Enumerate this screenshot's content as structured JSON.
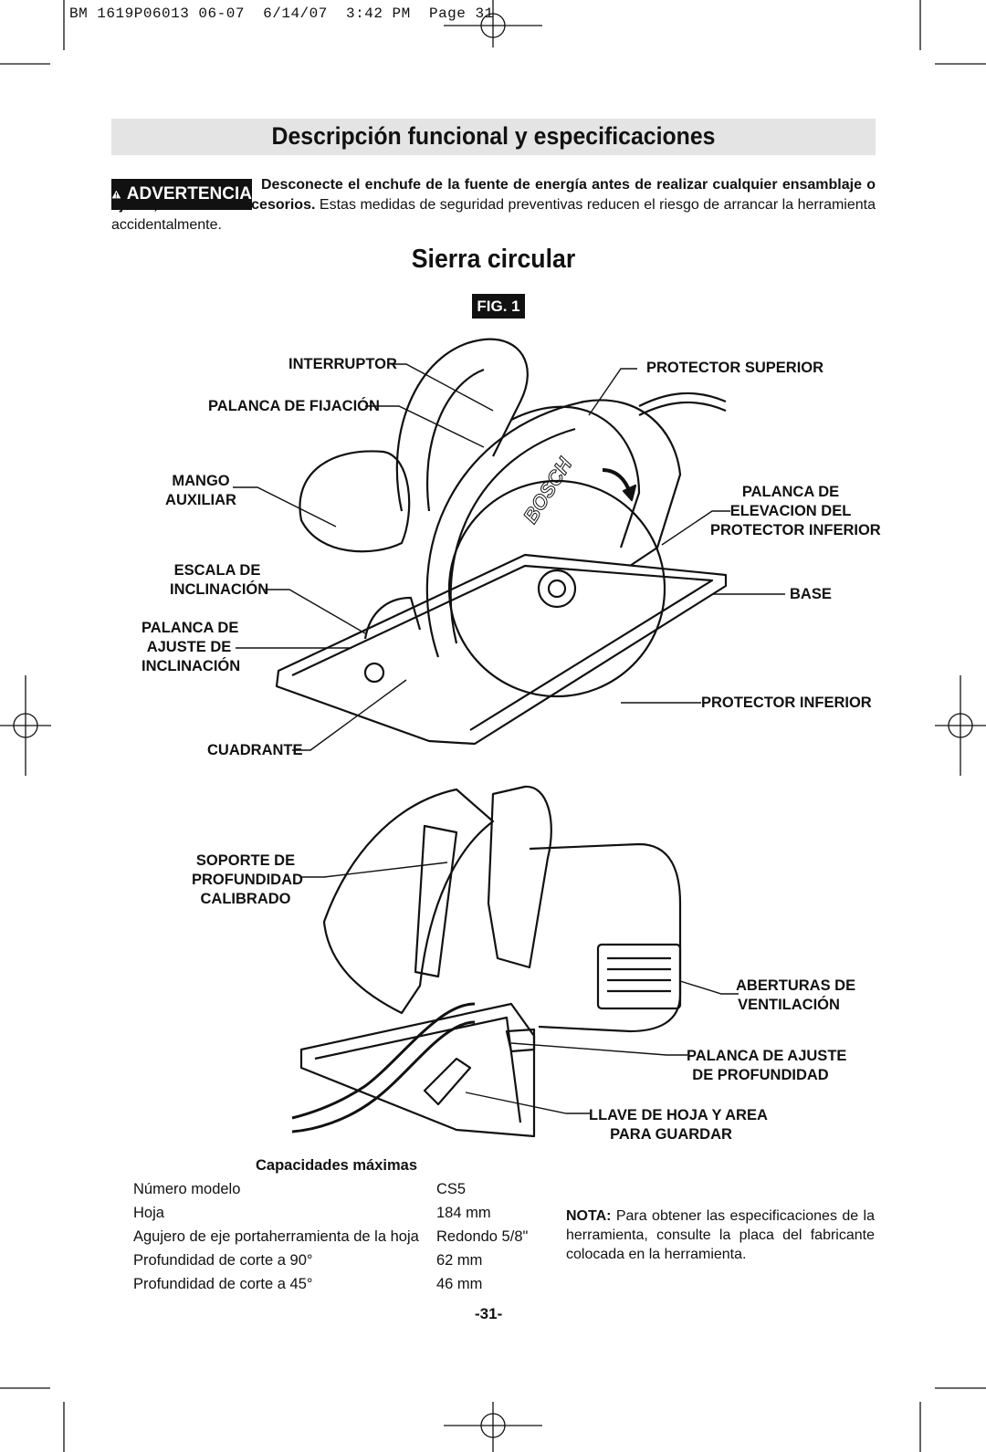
{
  "header": {
    "line": "BM 1619P06013 06-07  6/14/07  3:42 PM  Page 31"
  },
  "title": "Descripción funcional y especificaciones",
  "warning": {
    "badge_label": "ADVERTENCIA",
    "bold_text": "Desconecte el enchufe de la fuente de energía antes de realizar cualquier ensamblaje o ajuste, o cambiar accesorios.",
    "text": " Estas medidas de seguridad preventivas reducen el riesgo de arrancar la herramienta accidentalmente."
  },
  "section_title": "Sierra circular",
  "figure_label": "FIG. 1",
  "callouts_top": {
    "interruptor": "INTERRUPTOR",
    "palanca_fijacion": "PALANCA DE FIJACIÓN",
    "mango_auxiliar": [
      "MANGO",
      "AUXILIAR"
    ],
    "escala_inclinacion": [
      "ESCALA DE",
      "INCLINACIÓN"
    ],
    "palanca_ajuste_inclinacion": [
      "PALANCA DE",
      "AJUSTE DE",
      "INCLINACIÓN"
    ],
    "cuadrante": "CUADRANTE",
    "protector_superior": "PROTECTOR SUPERIOR",
    "palanca_elevacion": [
      "PALANCA DE",
      "ELEVACION DEL",
      "PROTECTOR INFERIOR"
    ],
    "base": "BASE",
    "protector_inferior": "PROTECTOR INFERIOR",
    "brand": "BOSCH"
  },
  "callouts_bottom": {
    "soporte_profundidad": [
      "SOPORTE DE",
      "PROFUNDIDAD",
      "CALIBRADO"
    ],
    "aberturas_ventilacion": [
      "ABERTURAS DE",
      "VENTILACIÓN"
    ],
    "palanca_ajuste_profundidad": [
      "PALANCA DE AJUSTE",
      "DE PROFUNDIDAD"
    ],
    "llave_hoja": [
      "LLAVE DE HOJA Y AREA",
      "PARA GUARDAR"
    ]
  },
  "specs": {
    "title": "Capacidades máximas",
    "rows": [
      {
        "label": "Número modelo",
        "value": "CS5"
      },
      {
        "label": "Hoja",
        "value": "184 mm"
      },
      {
        "label": "Agujero de eje portaherramienta de la hoja",
        "value": "Redondo 5/8\""
      },
      {
        "label": "Profundidad de corte a 90°",
        "value": "62 mm"
      },
      {
        "label": "Profundidad de corte a 45°",
        "value": "46 mm"
      }
    ]
  },
  "note": {
    "label": "NOTA:",
    "text": " Para obtener las especificaciones de la herramienta, consulte la placa del fabricante colocada en la herramienta."
  },
  "page_number": "-31-"
}
